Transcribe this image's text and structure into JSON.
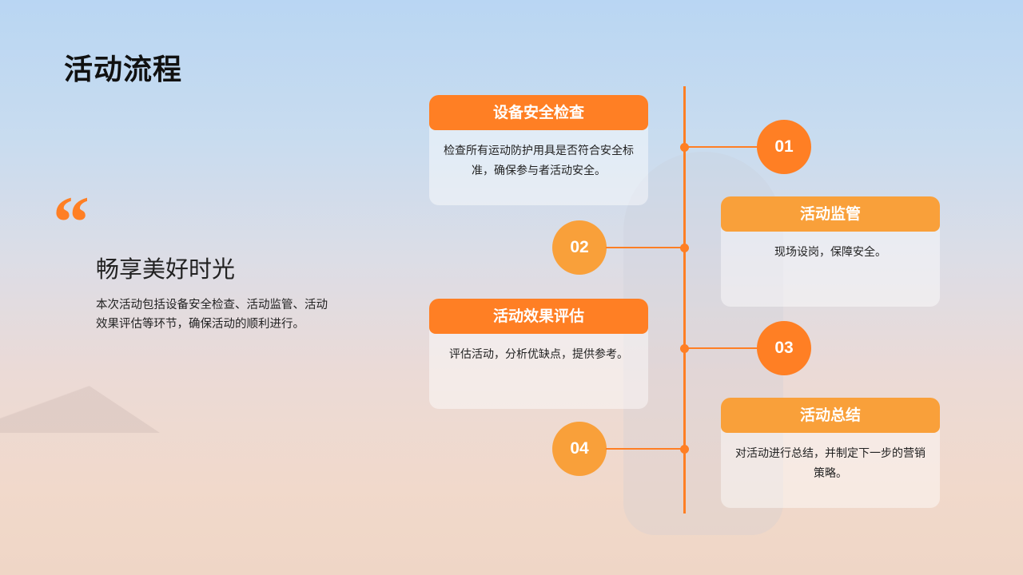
{
  "page": {
    "title": "活动流程",
    "quote_mark": "“",
    "subtitle": "畅享美好时光",
    "description": "本次活动包括设备安全检查、活动监管、活动效果评估等环节，确保活动的顺利进行。"
  },
  "colors": {
    "accent_dark": "#ff7f24",
    "accent_light": "#f9a03a"
  },
  "steps": [
    {
      "number": "01",
      "title": "设备安全检查",
      "text": "检查所有运动防护用具是否符合安全标准，确保参与者活动安全。"
    },
    {
      "number": "02",
      "title": "活动监管",
      "text": "现场设岗，保障安全。"
    },
    {
      "number": "03",
      "title": "活动效果评估",
      "text": "评估活动，分析优缺点，提供参考。"
    },
    {
      "number": "04",
      "title": "活动总结",
      "text": "对活动进行总结，并制定下一步的营销策略。"
    }
  ]
}
